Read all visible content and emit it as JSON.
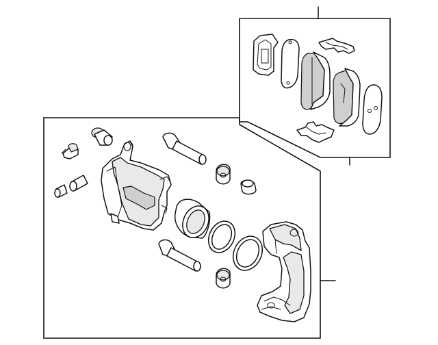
{
  "diagram": {
    "parts": [
      {
        "name": "caliper-assembly"
      },
      {
        "name": "brake-pad-kit"
      },
      {
        "name": "caliper-housing"
      },
      {
        "name": "caliper-mounting-bracket"
      },
      {
        "name": "piston"
      },
      {
        "name": "piston-seal"
      },
      {
        "name": "dust-boot"
      },
      {
        "name": "guide-pin-upper"
      },
      {
        "name": "guide-pin-lower"
      },
      {
        "name": "bleeder-screw"
      },
      {
        "name": "bleeder-cap"
      },
      {
        "name": "guide-pin-boot"
      },
      {
        "name": "bushing"
      },
      {
        "name": "inner-pad"
      },
      {
        "name": "outer-pad"
      },
      {
        "name": "anti-rattle-clip"
      },
      {
        "name": "pad-shim"
      }
    ]
  }
}
